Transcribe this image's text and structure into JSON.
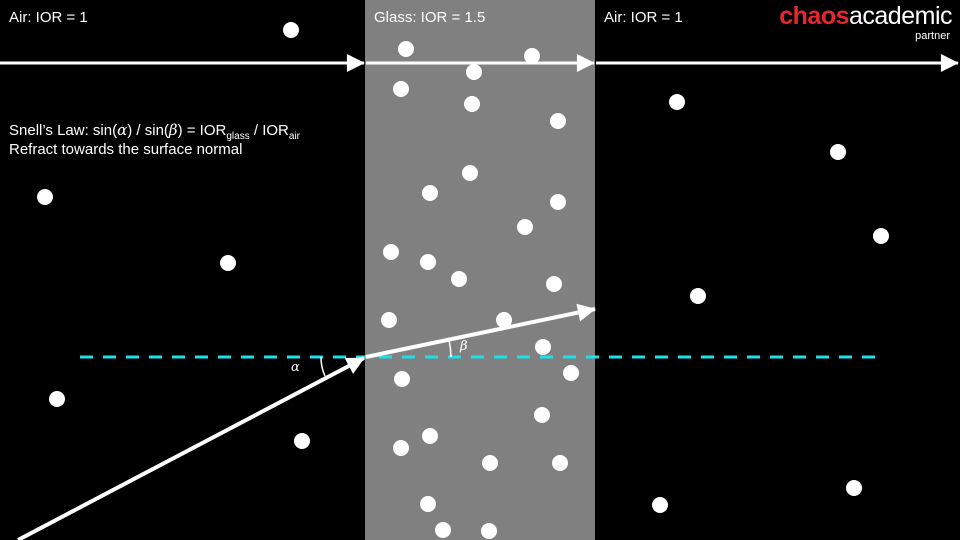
{
  "regions": {
    "left": {
      "label": "Air: IOR = 1"
    },
    "middle": {
      "label": "Glass: IOR = 1.5"
    },
    "right": {
      "label": "Air: IOR = 1"
    }
  },
  "logo": {
    "word1": "chaos",
    "word2": "academic",
    "sub": "partner"
  },
  "caption": {
    "law_prefix": "Snell’s Law: sin(",
    "alpha": "α",
    "mid1": ") / sin(",
    "beta": "β",
    "mid2": ") = IOR",
    "sub_glass": "glass",
    "slash": " / IOR",
    "sub_air": "air",
    "line2": "Refract towards the surface normal"
  },
  "angles": {
    "alpha": "α",
    "beta": "β"
  },
  "colors": {
    "background": "#000000",
    "glass": "#808080",
    "normal": "#1fe0e8",
    "brand": "#e8262d"
  }
}
